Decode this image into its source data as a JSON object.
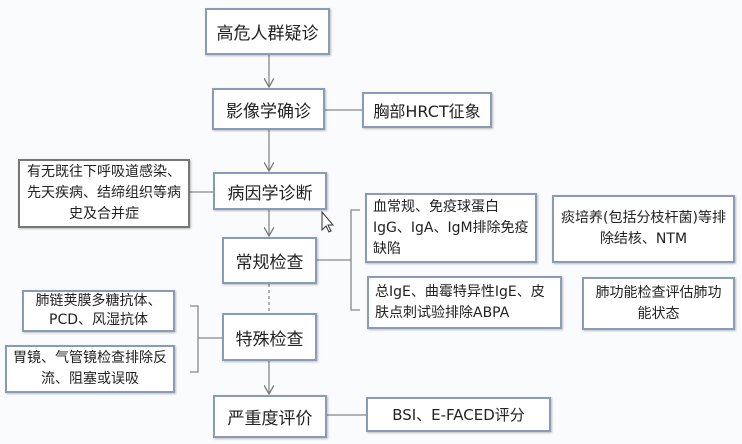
{
  "flow": {
    "step1": "高危人群疑诊",
    "step2": "影像学确诊",
    "step3": "病因学诊断",
    "step4": "常规检查",
    "step5": "特殊检查",
    "step6": "严重度评价"
  },
  "notes": {
    "hrct": "胸部HRCT征象",
    "history": "有无既往下呼吸道感染、先天疾病、结缔组织等病史及合并症",
    "blood": "血常规、免疫球蛋白IgG、IgA、IgM排除免疫缺陷",
    "sputum": "痰培养(包括分枝杆菌)等排除结核、NTM",
    "ige": "总IgE、曲霉特异性IgE、皮肤点刺试验排除ABPA",
    "lung_function": "肺功能检查评估肺功能状态",
    "antibody": "肺链荚膜多糖抗体、PCD、风湿抗体",
    "endoscopy": "胃镜、气管镜检查排除反流、阻塞或误吸",
    "severity": "BSI、E-FACED评分"
  }
}
